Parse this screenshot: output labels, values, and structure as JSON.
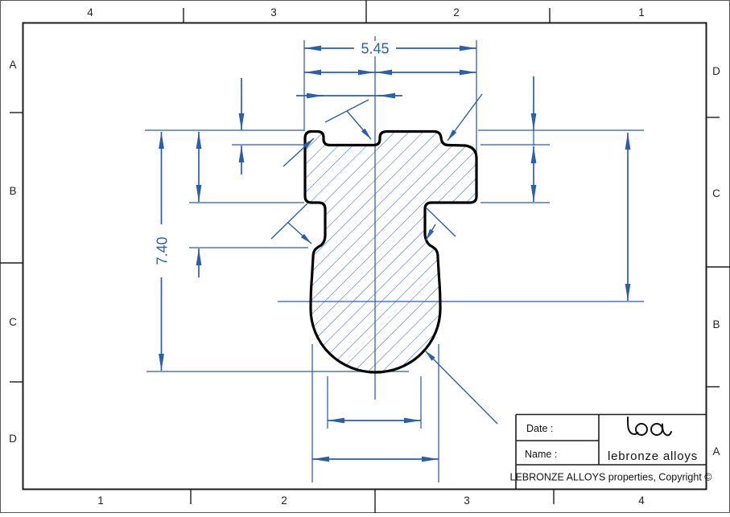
{
  "sheet": {
    "border": {
      "top_labels": [
        "4",
        "3",
        "2",
        "1"
      ],
      "bottom_labels": [
        "1",
        "2",
        "3",
        "4"
      ],
      "left_labels": [
        "A",
        "B",
        "C",
        "D"
      ],
      "right_labels": [
        "D",
        "C",
        "B",
        "A"
      ]
    }
  },
  "drawing": {
    "width_dim": "5.45",
    "height_dim": "7.40"
  },
  "title_block": {
    "date_label": "Date :",
    "date_value": "",
    "name_label": "Name :",
    "name_value": "",
    "logo_mark": "lba",
    "brand": "lebronze alloys",
    "copyright": "LEBRONZE ALLOYS properties, Copyright ©"
  },
  "colors": {
    "blue": "#2b5fab",
    "outline": "#000000",
    "frame": "#1c1c1c"
  }
}
